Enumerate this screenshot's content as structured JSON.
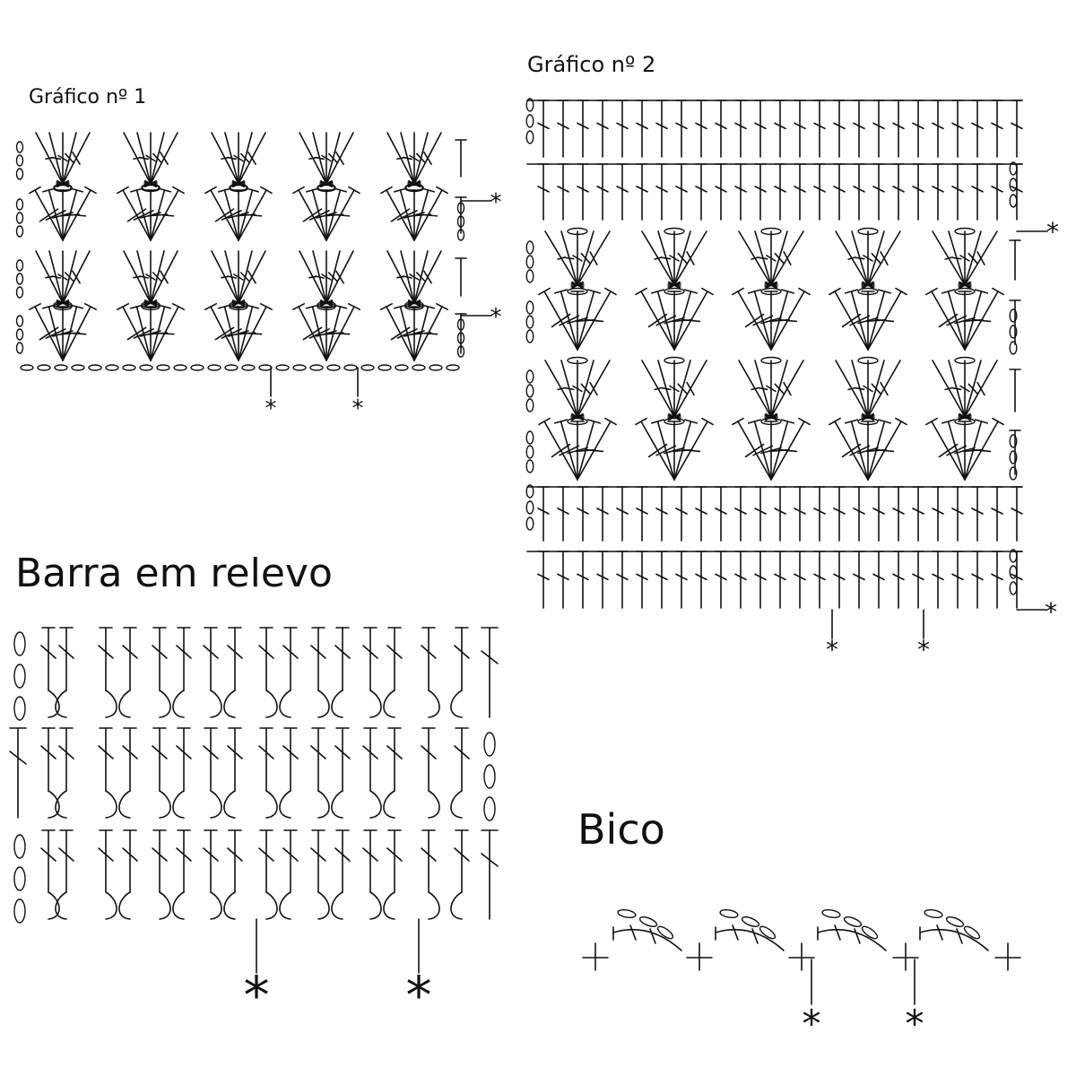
{
  "titles": {
    "grafico1": "Gráfico nº 1",
    "grafico2": "Gráfico nº 2",
    "barra": "Barra em relevo",
    "bico": "Bico"
  },
  "marker": "*",
  "colors": {
    "ink": "#111111",
    "background": "#ffffff"
  }
}
